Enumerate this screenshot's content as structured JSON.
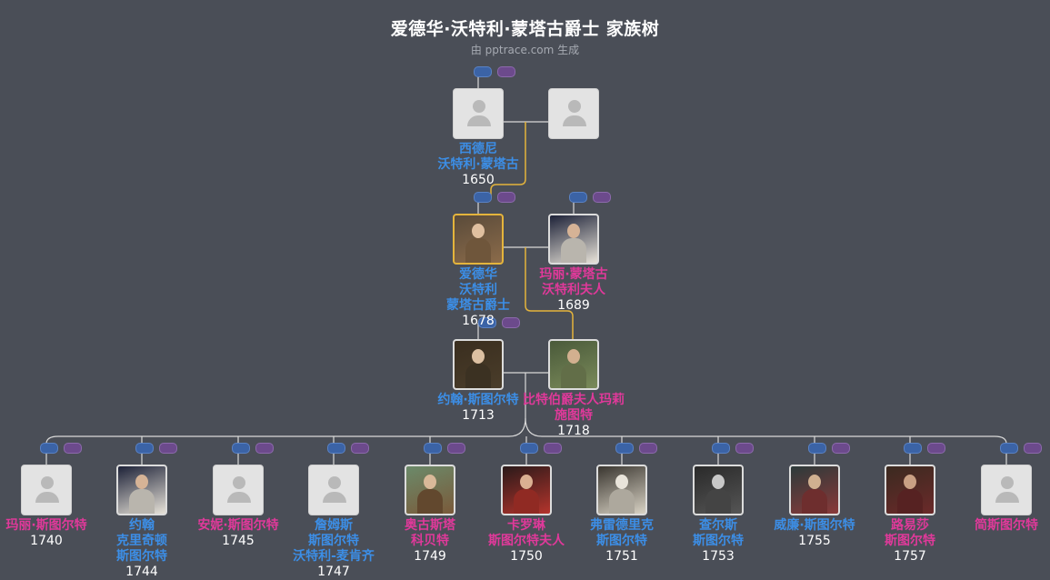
{
  "title": "爱德华·沃特利·蒙塔古爵士 家族树",
  "subtitle": "由 pptrace.com 生成",
  "colors": {
    "male": "#3c8ee6",
    "female": "#e0399a",
    "accent_line": "#e4b43c",
    "line": "#d9d9d9",
    "background": "#4a4e57"
  },
  "people": {
    "sidney": {
      "name": [
        "西德尼",
        "沃特利·蒙塔古"
      ],
      "year": "1650",
      "gender": "male",
      "photo": "placeholder"
    },
    "sidney_spouse": {
      "name": [],
      "year": "",
      "gender": "female",
      "photo": "placeholder"
    },
    "edward": {
      "name": [
        "爱德华",
        "沃特利",
        "蒙塔古爵士"
      ],
      "year": "1678",
      "gender": "male",
      "photo": "portrait",
      "selected": true
    },
    "mary": {
      "name": [
        "玛丽·蒙塔古",
        "沃特利夫人"
      ],
      "year": "1689",
      "gender": "female",
      "photo": "portrait"
    },
    "john_stuart": {
      "name": [
        "约翰·斯图尔特"
      ],
      "year": "1713",
      "gender": "male",
      "photo": "portrait"
    },
    "lady_bute": {
      "name": [
        "比特伯爵夫人玛莉",
        "施图特"
      ],
      "year": "1718",
      "gender": "female",
      "photo": "portrait"
    },
    "children": [
      {
        "name": [
          "玛丽·斯图尔特"
        ],
        "year": "1740",
        "gender": "female",
        "photo": "placeholder"
      },
      {
        "name": [
          "约翰",
          "克里奇顿",
          "斯图尔特"
        ],
        "year": "1744",
        "gender": "male",
        "photo": "portrait"
      },
      {
        "name": [
          "安妮·斯图尔特"
        ],
        "year": "1745",
        "gender": "female",
        "photo": "placeholder"
      },
      {
        "name": [
          "詹姆斯",
          "斯图尔特",
          "沃特利-麦肯齐"
        ],
        "year": "1747",
        "gender": "male",
        "photo": "placeholder"
      },
      {
        "name": [
          "奥古斯塔",
          "科贝特"
        ],
        "year": "1749",
        "gender": "female",
        "photo": "portrait"
      },
      {
        "name": [
          "卡罗琳",
          "斯图尔特夫人"
        ],
        "year": "1750",
        "gender": "female",
        "photo": "portrait"
      },
      {
        "name": [
          "弗雷德里克",
          "斯图尔特"
        ],
        "year": "1751",
        "gender": "male",
        "photo": "portrait"
      },
      {
        "name": [
          "查尔斯",
          "斯图尔特"
        ],
        "year": "1753",
        "gender": "male",
        "photo": "portrait"
      },
      {
        "name": [
          "威廉·斯图尔特"
        ],
        "year": "1755",
        "gender": "male",
        "photo": "portrait"
      },
      {
        "name": [
          "路易莎",
          "斯图尔特"
        ],
        "year": "1757",
        "gender": "female",
        "photo": "portrait"
      },
      {
        "name": [
          "简斯图尔特"
        ],
        "year": "",
        "gender": "female",
        "photo": "placeholder"
      }
    ]
  }
}
